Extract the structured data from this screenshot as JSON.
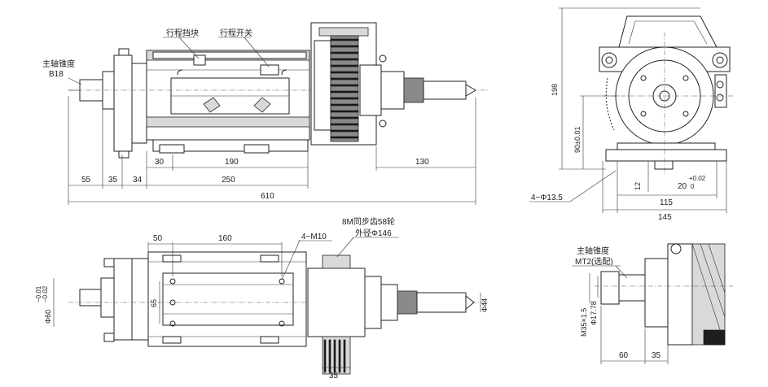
{
  "labels": {
    "spindle_taper": "主轴锥度",
    "spindle_taper_value": "B18",
    "stroke_stop": "行程挡块",
    "stroke_switch": "行程开关",
    "pulley": "8M同步齿58轮",
    "pulley_od": "外径Φ146",
    "tapped_holes": "4−M10",
    "side_taper": "主轴锥度",
    "side_taper_value": "MT2(选配)",
    "mount_holes": "4−Φ13.5"
  },
  "dims_top": {
    "d55": "55",
    "d35": "35",
    "d34": "34",
    "d30": "30",
    "d190": "190",
    "d250": "250",
    "d130": "130",
    "d610": "610"
  },
  "dims_right": {
    "d198": "198",
    "d90": "90±0.01",
    "d12": "12",
    "d20": "20",
    "d20_tol_upper": "+0.02",
    "d20_tol_lower": "0",
    "d115": "115",
    "d145": "145"
  },
  "dims_bottom": {
    "d50": "50",
    "d160": "160",
    "d65": "65",
    "d35": "35",
    "phi44": "Φ44",
    "phi60": "Φ60",
    "phi60_tol_upper": "−0.01",
    "phi60_tol_lower": "−0.02"
  },
  "dims_side": {
    "m35": "M35×1.5",
    "phi17": "Φ17.78",
    "d60": "60",
    "d35": "35"
  }
}
